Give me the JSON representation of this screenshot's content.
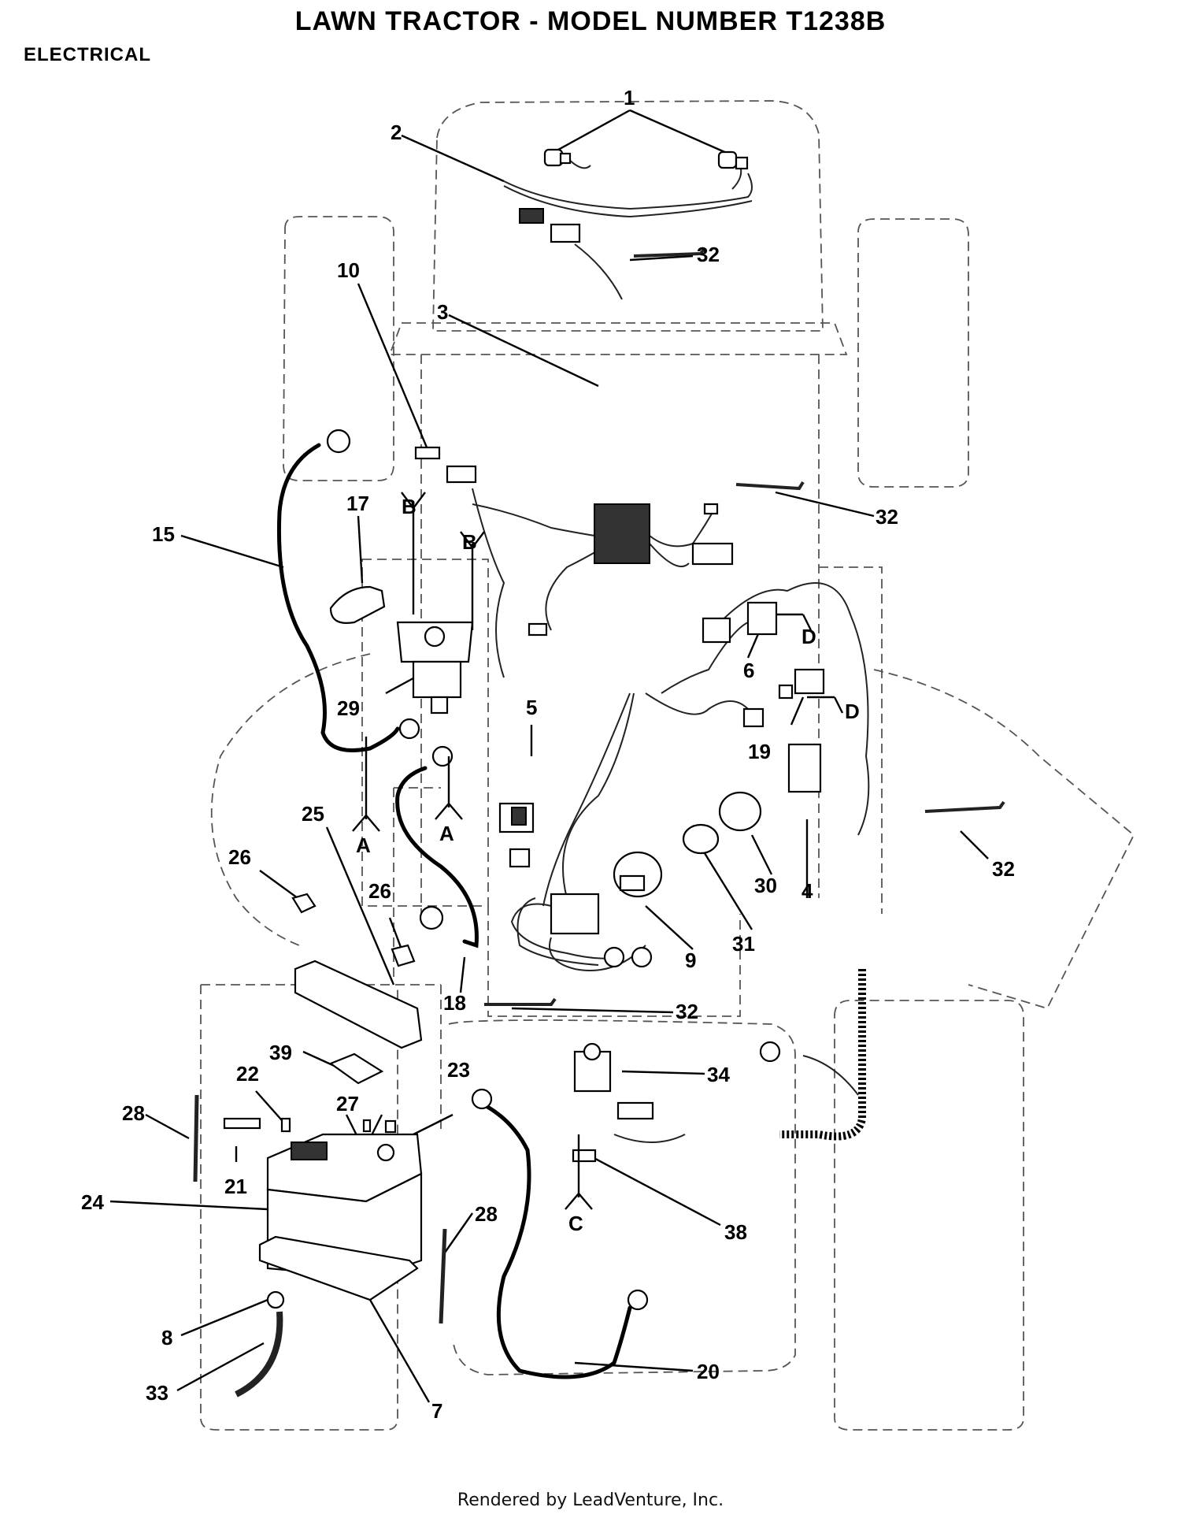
{
  "header": {
    "title": "LAWN TRACTOR - MODEL NUMBER T1238B",
    "section": "ELECTRICAL"
  },
  "footer": {
    "credit": "Rendered by LeadVenture, Inc."
  },
  "callouts": {
    "c1": "1",
    "c2": "2",
    "c3": "3",
    "c4": "4",
    "c5": "5",
    "c6": "6",
    "c7": "7",
    "c8": "8",
    "c9": "9",
    "c10": "10",
    "c15": "15",
    "c17": "17",
    "c18": "18",
    "c19": "19",
    "c20": "20",
    "c21": "21",
    "c22": "22",
    "c23": "23",
    "c24": "24",
    "c25": "25",
    "c26a": "26",
    "c26b": "26",
    "c27": "27",
    "c28a": "28",
    "c28b": "28",
    "c29": "29",
    "c30": "30",
    "c31": "31",
    "c32a": "32",
    "c32b": "32",
    "c32c": "32",
    "c32d": "32",
    "c33": "33",
    "c34": "34",
    "c38": "38",
    "c39": "39"
  },
  "refs": {
    "a1": "A",
    "a2": "A",
    "b1": "B",
    "b2": "B",
    "c1": "C",
    "d1": "D",
    "d2": "D"
  }
}
